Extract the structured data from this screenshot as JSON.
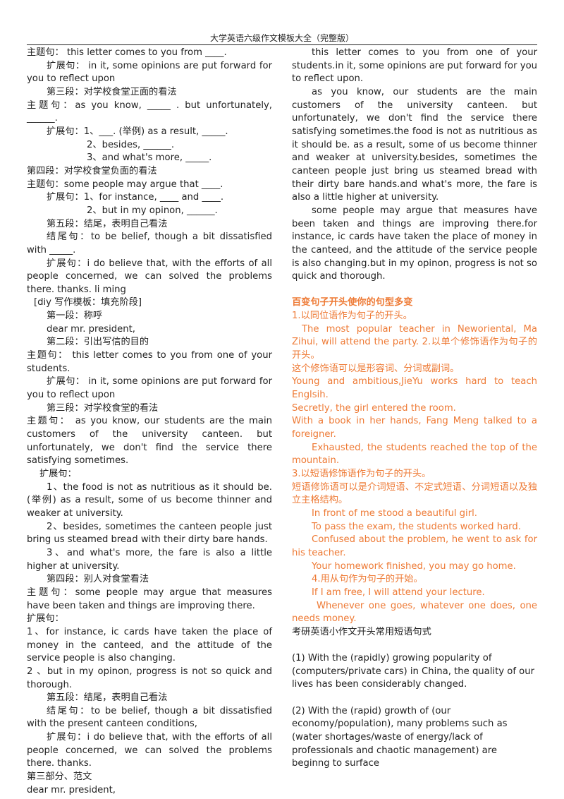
{
  "header": {
    "title": "大学英语六级作文模板大全（完整版）"
  },
  "left": [
    "主题句： this letter comes to you from ____.",
    "扩展句： in it, some opinions are put forward for you to reflect upon",
    "第三段：对学校食堂正面的看法",
    "主题句：as you know, _____ . but unfortunately, ______.",
    "扩展句：1、___. (举例) as a result, _____.",
    "2、besides, ______.",
    "3、and what's more, _____.",
    "第四段：对学校食堂负面的看法",
    "主题句：some people may argue that ____.",
    "扩展句：1、for instance, ____ and ____.",
    "2、but in my opinon, ______.",
    "第五段：结尾，表明自己看法",
    "结尾句：to be belief, though a bit dissatisfied with _____.",
    "扩展句：i do believe that, with the efforts of all people concerned, we can solved the problems there. thanks.    li ming",
    "[diy 写作模板：填充阶段]",
    "第一段：称呼",
    "dear mr. president,",
    "第二段：引出写信的目的",
    "主题句： this letter comes to you from one of your students.",
    "扩展句： in it, some opinions are put forward for you to reflect upon",
    "第三段：对学校食堂的看法",
    "主题句： as you know, our students are the main customers of the university canteen. but unfortunately, we don't find the service there satisfying sometimes.",
    "扩展句：",
    "1、the food is not as nutritious as it should be. (举例) as a result, some of us become thinner and weaker at university.",
    "2、besides, sometimes the canteen people just bring us steamed bread with their dirty bare hands.",
    "3、and what's more, the fare is also a little higher at university.",
    "第四段：别人对食堂看法",
    "主题句：some people may argue that measures have been taken and things are improving there.",
    "扩展句：",
    "1、for instance, ic cards have taken the place of money in the canteed, and the attitude of the service people is also changing.",
    "2 、but in my opinon, progress is not so quick and thorough.",
    "第五段：结尾，表明自己看法",
    "结尾句：to be belief, though a bit dissatisfied with the present canteen conditions,",
    "扩展句：i do believe that, with the efforts of all people concerned, we can solved the problems there. thanks.",
    "第三部分、范文",
    "dear mr. president,"
  ],
  "right": [
    "this letter comes to you from one of your students.in it, some opinions are put forward for you to reflect upon.",
    "as you know, our students are the main customers of the university canteen. but unfortunately, we don't find the service there satisfying sometimes.the food is not as nutritious as it should be. as a result, some of us become thinner and weaker at university.besides, sometimes the canteen people just bring us steamed bread with their dirty bare hands.and what's more, the fare is also a little higher at university.",
    "some people may argue that measures have been taken and things are improving there.for instance, ic cards have taken the place of money in the canteed, and the attitude of the service people is also changing.but in my opinon, progress is not so quick and thorough.",
    "百变句子开头使你的句型多变",
    "1.以同位语作为句子的开头。",
    "The most popular teacher in Neworiental, Ma Zihui, will attend the party.  2.以单个修饰语作为句子的开头。",
    "这个修饰语可以是形容词、分词或副词。",
    "Young and ambitious,JieYu works hard to teach Englsih.",
    "Secretly, the girl entered the room.",
    "With a book in her hands, Fang Meng talked to a foreigner.",
    "Exhausted, the students reached the top of the mountain.",
    "3.以短语修饰语作为句子的开头。",
    "短语修饰语可以是介词短语、不定式短语、分词短语以及独立主格结构。",
    "In front of me stood a beautiful girl.",
    "To pass the exam, the students worked hard.",
    "Confused about the problem, he went to ask for his teacher.",
    "Your homework finished, you may go home.",
    "4.用从句作为句子的开始。",
    "If I am free, I will attend your lecture.",
    "Whenever one goes, whatever one does, one needs money.",
    "考研英语小作文开头常用短语句式",
    "(1) With the (rapidly) growing popularity of (computers/private cars) in China, the quality of our lives has been considerably changed.",
    "(2) With the (rapid) growth of (our economy/population), many problems such as (water shortages/waste of energy/lack of professionals and chaotic management) are beginng to surface"
  ]
}
